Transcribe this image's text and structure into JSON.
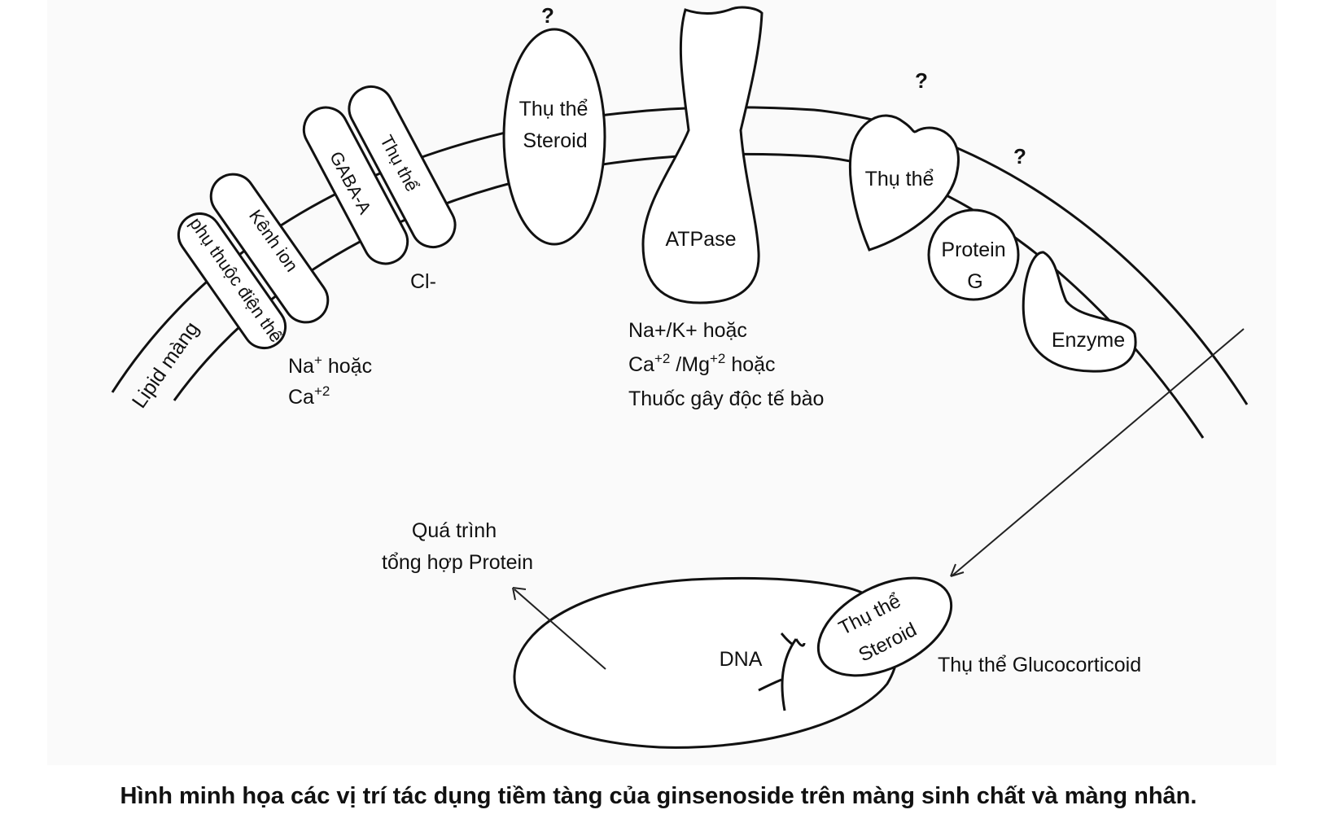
{
  "labels": {
    "lipid": "Lipid màng",
    "ion_channel_1": "Kênh ion",
    "ion_channel_2": "phụ thuộc điện thế",
    "gaba": "GABA-A",
    "receptor_gaba": "Thụ thể",
    "cl": "Cl-",
    "na_sup_base": "Na",
    "na_sup": "+",
    "na_or": " hoặc",
    "ca_base": "Ca",
    "ca_sup": "+2",
    "steroid_receptor_1": "Thụ thể",
    "steroid_receptor_2": "Steroid",
    "atpase": "ATPase",
    "atp_line1": "Na+/K+  hoặc",
    "atp_line2_ca": "Ca",
    "atp_line2_ca_sup": "+2",
    "atp_line2_mg": " /Mg",
    "atp_line2_mg_sup": "+2",
    "atp_line2_or": "  hoặc",
    "atp_line3": "Thuốc gây độc tế bào",
    "receptor": "Thụ thể",
    "protein_g_1": "Protein",
    "protein_g_2": "G",
    "enzyme": "Enzyme",
    "question": "?",
    "protein_synthesis_1": "Quá trình",
    "protein_synthesis_2": "tổng hợp Protein",
    "dna": "DNA",
    "nuclear_receptor_1": "Thụ thể",
    "nuclear_receptor_2": "Steroid",
    "glucocorticoid": "Thụ thể Glucocorticoid"
  },
  "caption": "Hình minh họa các vị trí tác dụng tiềm tàng của ginsenoside trên màng sinh chất và màng nhân."
}
